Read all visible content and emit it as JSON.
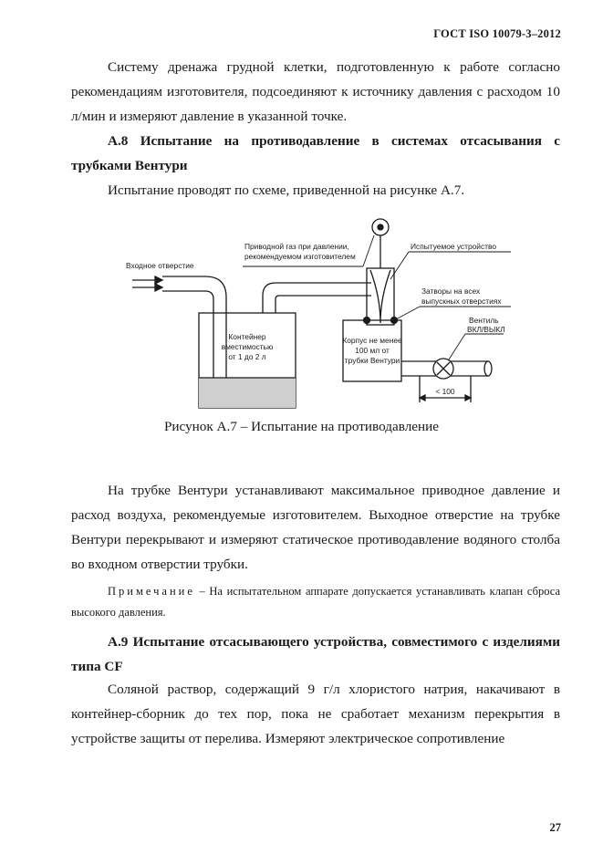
{
  "header": {
    "doc_id": "ГОСТ ISO 10079-3–2012"
  },
  "para1": "Систему дренажа грудной клетки, подготовленную к работе согласно рекомендациям изготовителя, подсоединяют к источнику давления с расходом 10 л/мин и измеряют давление в указанной точке.",
  "section_a8": {
    "title": "А.8 Испытание на противодавление в системах отсасывания с трубками Вентури"
  },
  "para2": "Испытание проводят по схеме, приведенной на рисунке А.7.",
  "figure": {
    "inlet_label": "Входное отверстие",
    "drive_gas_line1": "Приводной газ при давлении,",
    "drive_gas_line2": "рекомендуемом изготовителем",
    "device_label": "Испытуемое устройство",
    "valves_line1": "Затворы на всех",
    "valves_line2": "выпускных отверстиях",
    "container_line1": "Контейнер",
    "container_line2": "вместимостью",
    "container_line3": "от 1  до 2 л",
    "housing_line1": "Корпус не менее",
    "housing_line2": "100 мл от",
    "housing_line3": "трубки Вентури",
    "valve_line1": "Вентиль",
    "valve_line2": "ВКЛ/ВЫКЛ",
    "distance_label": "< 100",
    "caption": "Рисунок А.7 – Испытание на противодавление"
  },
  "para3": "На трубке Вентури устанавливают максимальное приводное давление и расход воздуха, рекомендуемые изготовителем. Выходное отверстие на трубке Вентури перекрывают и измеряют статическое противодавление водяного столба во входном отверстии трубки.",
  "note": {
    "label": "Примечание",
    "text": "– На испытательном аппарате допускается устанавливать клапан сброса высокого давления."
  },
  "section_a9": {
    "title": "А.9 Испытание отсасывающего устройства, совместимого с изделиями типа CF"
  },
  "para4": "Соляной раствор, содержащий 9 г/л хлористого натрия, накачивают в контейнер-сборник до тех пор, пока не сработает механизм перекрытия в устройстве защиты от перелива. Измеряют электрическое сопротивление",
  "page_number": "27"
}
